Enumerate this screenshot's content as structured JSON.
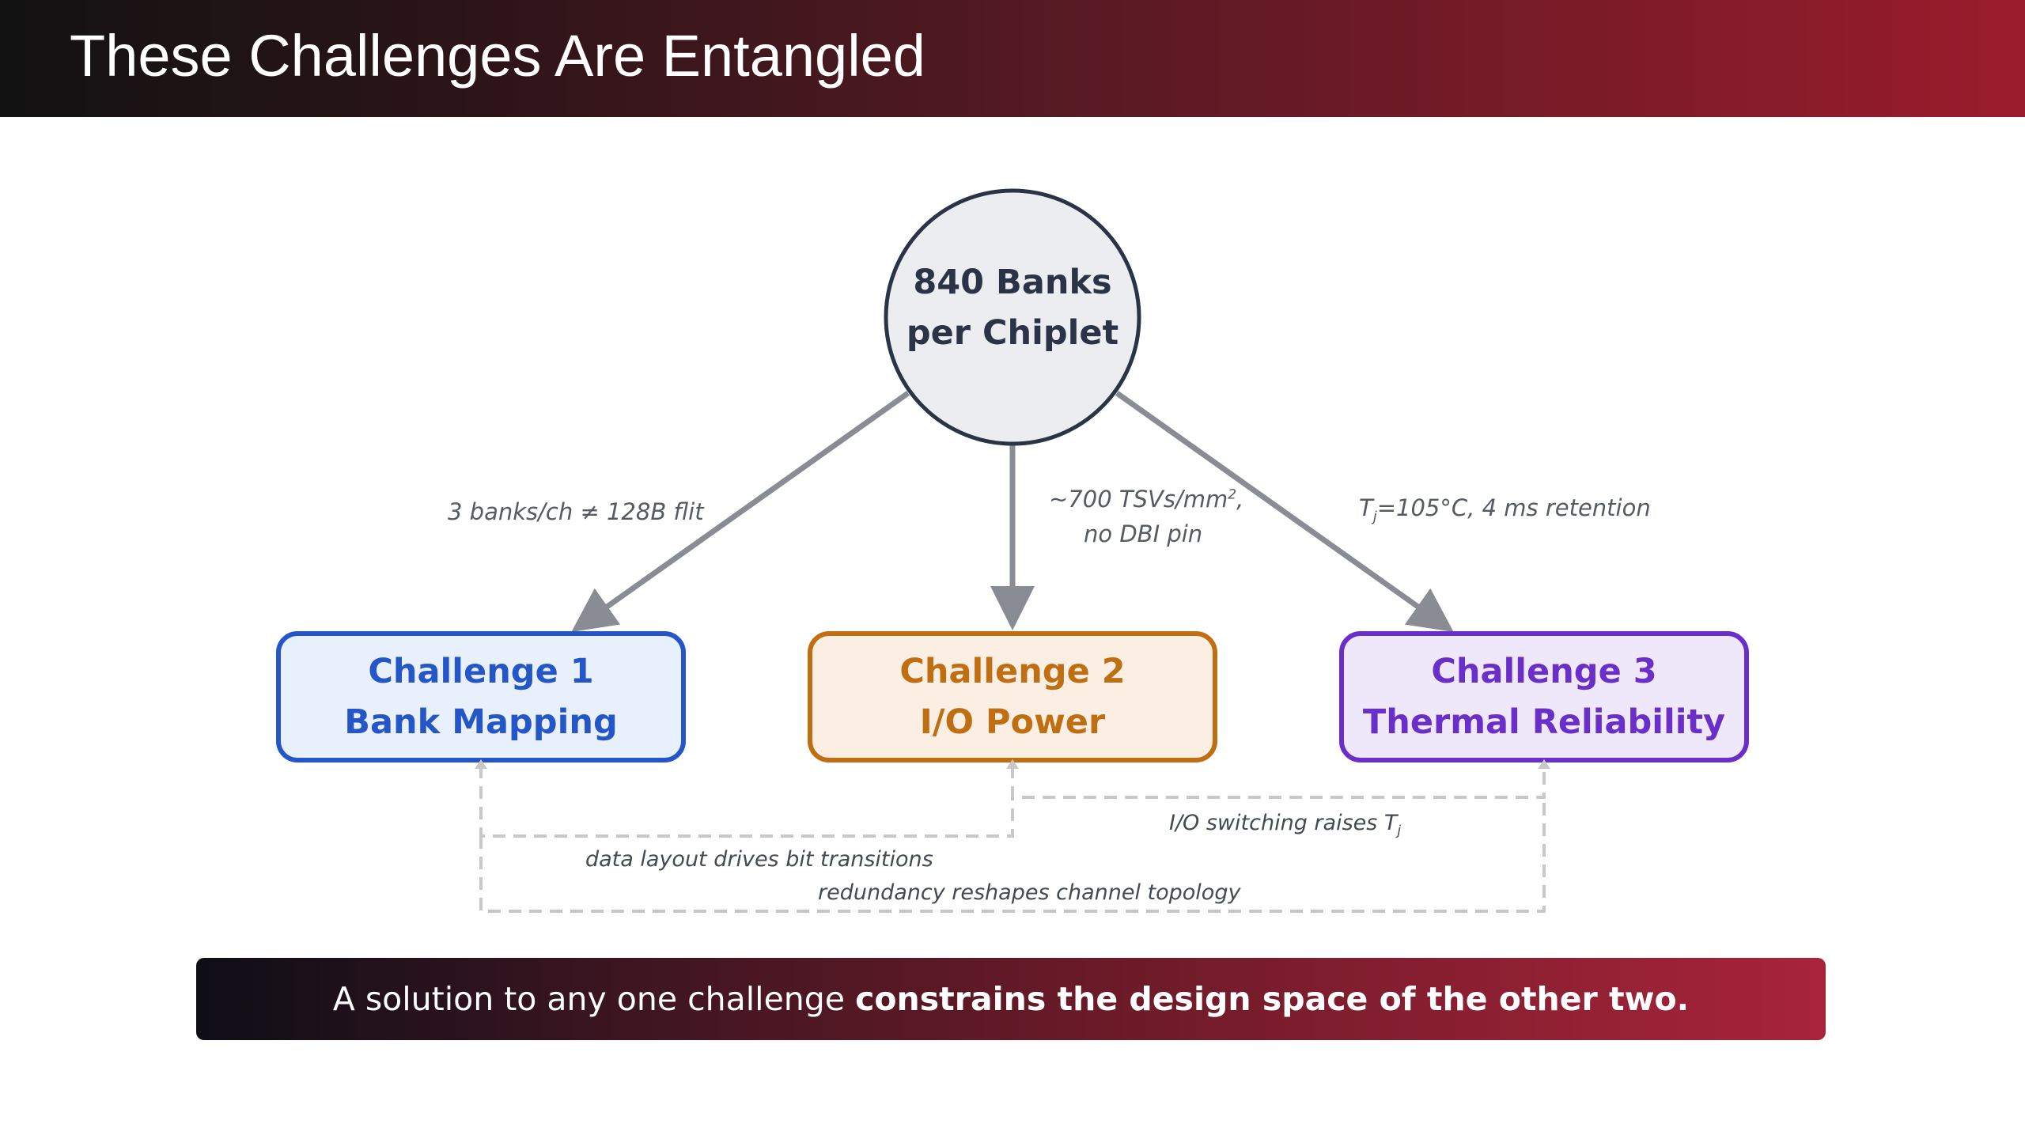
{
  "slide": {
    "title": "These Challenges Are Entangled"
  },
  "center_node": {
    "line1": "840 Banks",
    "line2": "per Chiplet"
  },
  "challenges": [
    {
      "line1": "Challenge 1",
      "line2": "Bank Mapping",
      "color": "#2456c8",
      "fill": "#e8f0fb"
    },
    {
      "line1": "Challenge 2",
      "line2": "I/O Power",
      "color": "#c06e12",
      "fill": "#fbefe4"
    },
    {
      "line1": "Challenge 3",
      "line2": "Thermal Reliability",
      "color": "#6a2fc8",
      "fill": "#efe8fa"
    }
  ],
  "edge_labels": {
    "left": "3 banks/ch ≠ 128B flit",
    "middle_line1_prefix": "~700 TSVs/mm",
    "middle_line1_sup": "2",
    "middle_line1_suffix": ",",
    "middle_line2": "no DBI pin",
    "right_prefix": "T",
    "right_sub": "j",
    "right_suffix": "=105°C, 4 ms retention"
  },
  "dependency_labels": {
    "io_thermal_prefix": "I/O switching raises T",
    "io_thermal_sub": "j",
    "mapping_io": "data layout drives bit transitions",
    "mapping_thermal": "redundancy reshapes channel topology"
  },
  "footer": {
    "normal_text": "A solution to any one challenge ",
    "bold_text": "constrains the design space of the other two."
  },
  "colors": {
    "arrow": "#8a8c94",
    "dashed": "#c8c8c8",
    "center_fill": "#ecedf0",
    "center_stroke": "#2b3446"
  }
}
